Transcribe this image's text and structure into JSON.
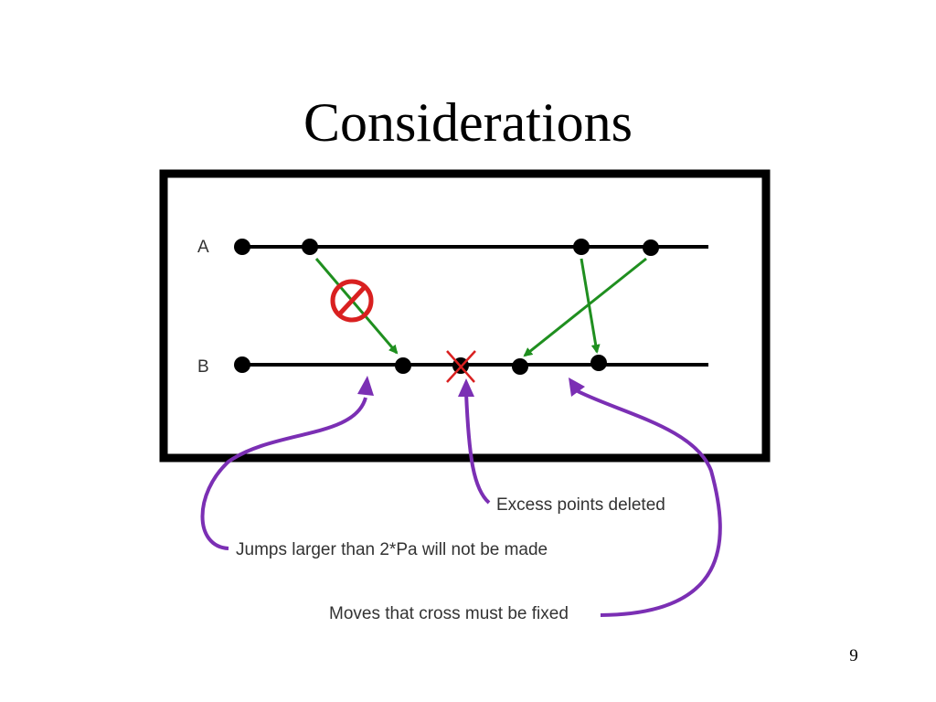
{
  "slide": {
    "title": "Considerations",
    "page_number": "9"
  },
  "diagram": {
    "line_labels": {
      "a": "A",
      "b": "B"
    },
    "annotations": {
      "excess_points": "Excess points deleted",
      "jumps": "Jumps larger than 2*Pa will not be made",
      "crossing": "Moves that cross must be fixed"
    },
    "icons": {
      "forbidden": "prohibited-icon",
      "deleted_point": "x-mark-icon"
    },
    "colors": {
      "frame": "#000000",
      "line": "#000000",
      "point": "#000000",
      "mapping_arrow": "#1f8f1f",
      "annotation_arrow": "#7b2fb4",
      "forbidden": "#d92020",
      "deleted_mark": "#d92020"
    }
  }
}
